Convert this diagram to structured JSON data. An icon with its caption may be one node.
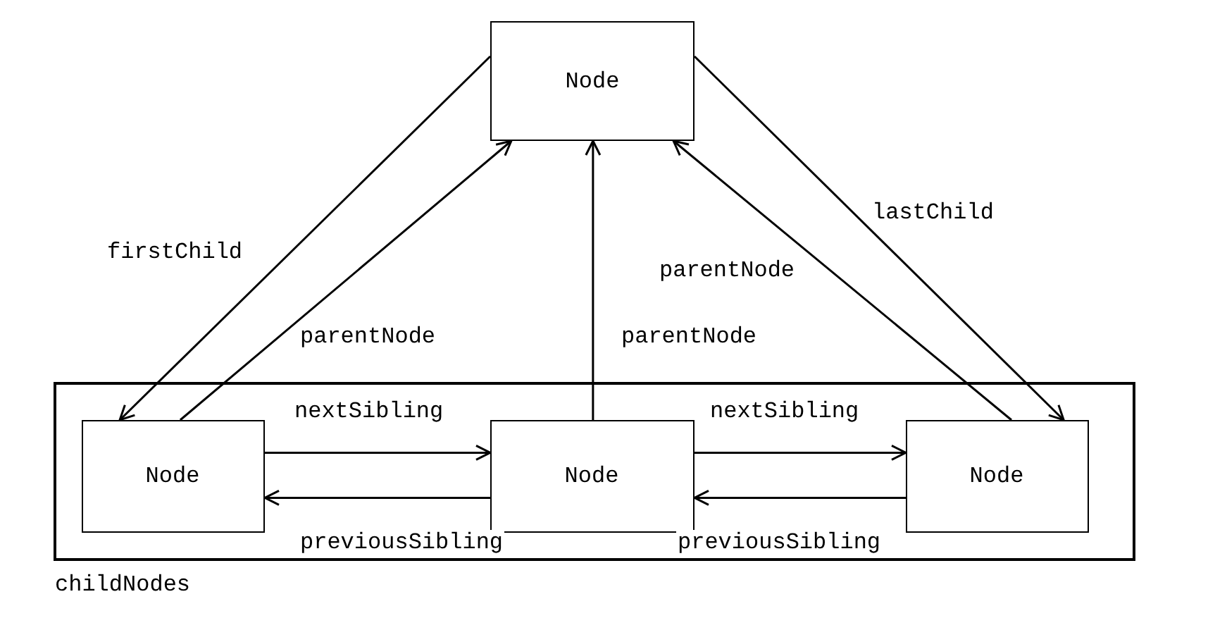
{
  "diagram": {
    "nodes": [
      {
        "text": [
          "Node"
        ]
      },
      {
        "text": [],
        "shape": "box",
        "beside": [
          "childNodes"
        ]
      },
      {
        "text": [
          "Node"
        ],
        "in": 1
      },
      {
        "text": [
          "Node"
        ],
        "in": 1
      },
      {
        "text": [
          "Node"
        ],
        "in": 1
      }
    ],
    "edges": [
      {
        "from": 0,
        "to": 2,
        "arrow": "to",
        "label": "firstChild"
      },
      {
        "from": 2,
        "to": 0,
        "arrow": "to",
        "label": "parentNode"
      },
      {
        "from": 3,
        "to": 0,
        "arrow": "to",
        "label": "parentNode"
      },
      {
        "from": 0,
        "to": 4,
        "arrow": "to",
        "label": "lastChild"
      },
      {
        "from": 4,
        "to": 0,
        "arrow": "to",
        "label": "parentNode"
      },
      {
        "from": 2,
        "to": 3,
        "arrow": "to",
        "label": "nextSibling"
      },
      {
        "from": 3,
        "to": 2,
        "arrow": "to",
        "label": "previousSibling"
      },
      {
        "from": 3,
        "to": 4,
        "arrow": "to",
        "label": "nextSibling"
      },
      {
        "from": 4,
        "to": 3,
        "arrow": "to",
        "label": "previousSibling"
      }
    ]
  }
}
